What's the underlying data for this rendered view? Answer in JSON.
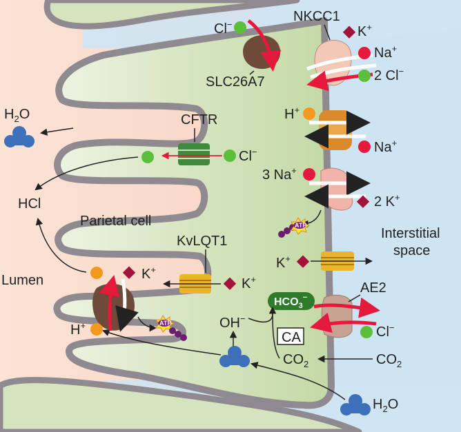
{
  "labels": {
    "slc26a7": "SLC26A7",
    "nkcc1": "NKCC1",
    "cftr": "CFTR",
    "kvlqt1": "KvLQT1",
    "ae2": "AE2",
    "ca": "CA",
    "parietal_cell": "Parietal cell",
    "lumen": "Lumen",
    "interstitial_1": "Interstitial",
    "interstitial_2": "space",
    "hcl": "HCl",
    "atp": "ATP"
  },
  "ions": {
    "cl_top": {
      "base": "Cl",
      "sup": "−"
    },
    "k_nkcc1": {
      "base": "K",
      "sup": "+"
    },
    "na_nkcc1": {
      "base": "Na",
      "sup": "+"
    },
    "twocl_nkcc1": {
      "base": "2 Cl",
      "sup": "−"
    },
    "h_nhe": {
      "base": "H",
      "sup": "+"
    },
    "na_nhe": {
      "base": "Na",
      "sup": "+"
    },
    "threena": {
      "base": "3 Na",
      "sup": "+"
    },
    "twok": {
      "base": "2 K",
      "sup": "+"
    },
    "k_channel": {
      "base": "K",
      "sup": "+"
    },
    "cl_cftr": {
      "base": "Cl",
      "sup": "−"
    },
    "k_kvlqt1": {
      "base": "K",
      "sup": "+"
    },
    "k_pump": {
      "base": "K",
      "sup": "+"
    },
    "h_pump": {
      "base": "H",
      "sup": "+"
    },
    "oh": {
      "base": "OH",
      "sup": "−"
    },
    "cl_ae2": {
      "base": "Cl",
      "sup": "−"
    },
    "co2_in": {
      "base": "CO",
      "sub": "2"
    },
    "co2_out": {
      "base": "CO",
      "sub": "2"
    },
    "h2o_lumen": {
      "base": "H",
      "sub": "2",
      "tail": "O"
    },
    "h2o_bottom": {
      "base": "H",
      "sub": "2",
      "tail": "O"
    },
    "hco3": {
      "base": "HCO",
      "sub": "3",
      "sup": "−"
    }
  },
  "colors": {
    "lumen_bg": "#f9dccd",
    "interstitial_bg": "#cfe4f3",
    "cell_fill": "#d6e3bf",
    "membrane": "#8e8a90",
    "green_ion": "#5cbf3c",
    "red_ion": "#e4193c",
    "orange_ion": "#f39a1e",
    "k_diamond": "#a3123a",
    "water": "#3d70b8",
    "arrow_red": "#e4193c"
  }
}
